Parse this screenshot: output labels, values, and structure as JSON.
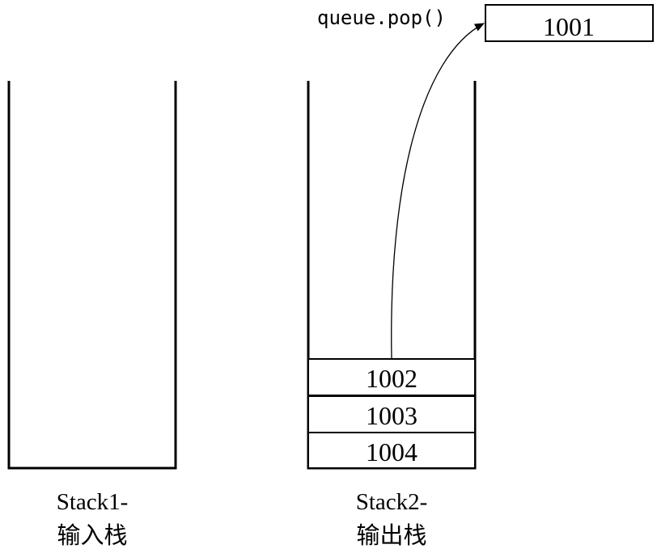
{
  "operation": {
    "label": "queue.pop()"
  },
  "popped": {
    "value": "1001"
  },
  "stack1": {
    "title": "Stack1-",
    "subtitle": "输入栈",
    "items": []
  },
  "stack2": {
    "title": "Stack2-",
    "subtitle": "输出栈",
    "items": [
      "1002",
      "1003",
      "1004"
    ]
  }
}
